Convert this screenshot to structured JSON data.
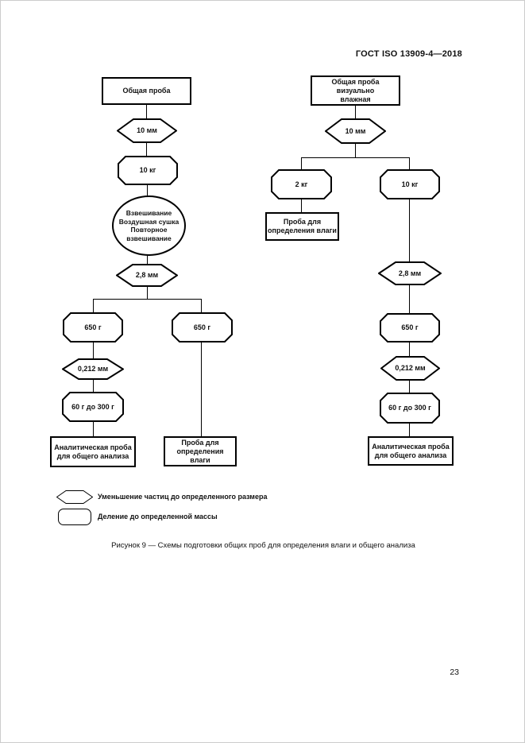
{
  "document": {
    "header": "ГОСТ ISO 13909-4—2018",
    "page_number": "23",
    "figure_caption": "Рисунок 9 — Схемы подготовки общих проб для определения влаги и общего анализа"
  },
  "flowchart_left": {
    "general_sample": "Общая проба",
    "sieve_10mm": "10 мм",
    "mass_10kg": "10 кг",
    "drying_step": {
      "line1": "Взвешивание",
      "line2": "Воздушная сушка",
      "line3": "Повторное",
      "line4": "взвешивание"
    },
    "sieve_2_8mm": "2,8 мм",
    "mass_650g_analysis": "650 г",
    "mass_650g_moisture": "650 г",
    "sieve_0_212mm": "0,212 мм",
    "mass_60_300g": "60 г до 300 г",
    "analytical_sample": "Аналитическая проба для общего анализа",
    "moisture_sample": "Проба для определения влаги"
  },
  "flowchart_right": {
    "general_sample": "Общая проба визуально влажная",
    "sieve_10mm": "10 мм",
    "mass_2kg": "2 кг",
    "mass_10kg": "10 кг",
    "moisture_sample": "Проба для определения влаги",
    "sieve_2_8mm": "2,8 мм",
    "mass_650g": "650 г",
    "sieve_0_212mm": "0,212 мм",
    "mass_60_300g": "60 г до 300 г",
    "analytical_sample": "Аналитическая проба для общего анализа"
  },
  "legend": {
    "size_reduction": "Уменьшение частиц до определенного размера",
    "mass_division": "Деление до определенной массы"
  }
}
